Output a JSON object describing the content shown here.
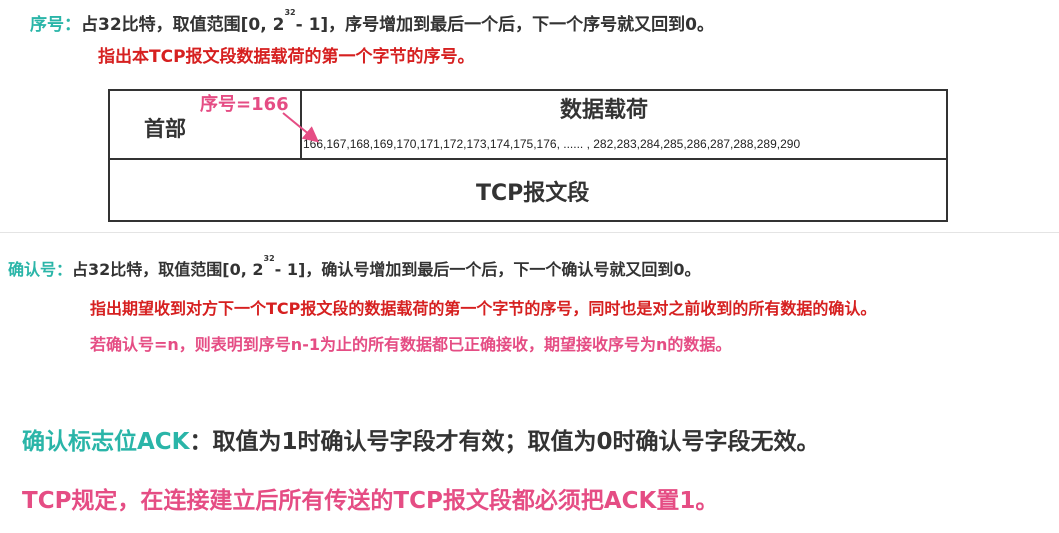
{
  "seq": {
    "label": "序号",
    "colon": "：",
    "desc_a": "占32比特，取值范围[0, 2",
    "exp": "32",
    "desc_b": "- 1]，序号增加到最后一个后，下一个序号就又回到0。",
    "meaning": "指出本TCP报文段数据载荷的第一个字节的序号。"
  },
  "segment": {
    "header_label": "首部",
    "payload_label": "数据载荷",
    "seq_callout": "序号=166",
    "byte_sequence": "166,167,168,169,170,171,172,173,174,175,176, ...... , 282,283,284,285,286,287,288,289,290",
    "segment_label": "TCP报文段"
  },
  "ack": {
    "label": "确认号",
    "colon": "：",
    "desc_a": "占32比特，取值范围[0, 2",
    "exp": "32",
    "desc_b": "- 1]，确认号增加到最后一个后，下一个确认号就又回到0。",
    "meaning_1": "指出期望收到对方下一个TCP报文段的数据载荷的第一个字节的序号，同时也是对之前收到的所有数据的确认。",
    "meaning_2": "若确认号=n，则表明到序号n-1为止的所有数据都已正确接收，期望接收序号为n的数据。"
  },
  "ack_flag": {
    "label": "确认标志位ACK",
    "desc": "：取值为1时确认号字段才有效；取值为0时确认号字段无效。"
  },
  "rule": "TCP规定，在连接建立后所有传送的TCP报文段都必须把ACK置1。",
  "colors": {
    "teal": "#2ab5a8",
    "red": "#d62020",
    "pink": "#e54d84",
    "text": "#333333"
  }
}
